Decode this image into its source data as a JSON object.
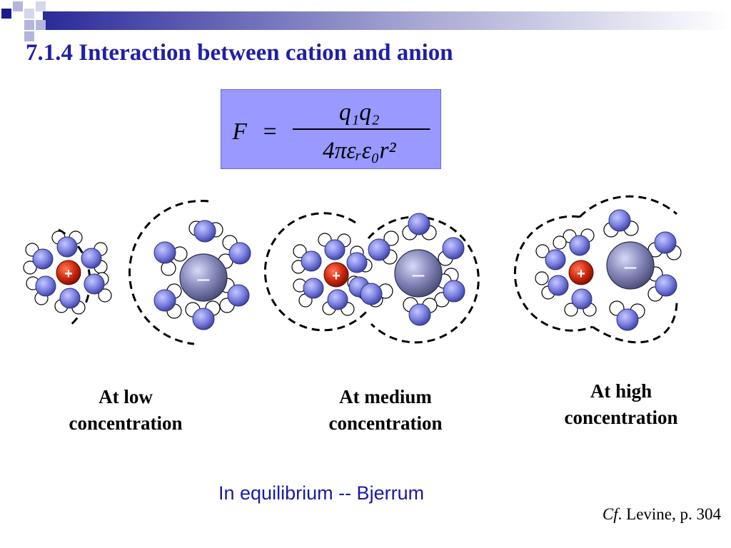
{
  "slide": {
    "title": "7.1.4  Interaction between cation and anion",
    "formula": {
      "lhs": "F",
      "eq": "=",
      "numerator": "q₁q₂",
      "denominator": "4πεᵣε₀r²"
    },
    "panels": [
      {
        "line1": "At low",
        "line2": "concentration"
      },
      {
        "line1": "At medium",
        "line2": "concentration"
      },
      {
        "line1": "At high",
        "line2": "concentration"
      }
    ],
    "cation_sign": "+",
    "anion_sign": "–",
    "caption": "In equilibrium -- Bjerrum",
    "reference": {
      "cf": "Cf",
      "text": ". Levine, p. 304"
    }
  },
  "colors": {
    "title": "#1f1fa8",
    "formula_bg": "#9999ff",
    "cation": "#c8240c",
    "water_oxygen": "#6f74d6",
    "anion": "#6d6f9a",
    "caption": "#1a1aa8"
  }
}
